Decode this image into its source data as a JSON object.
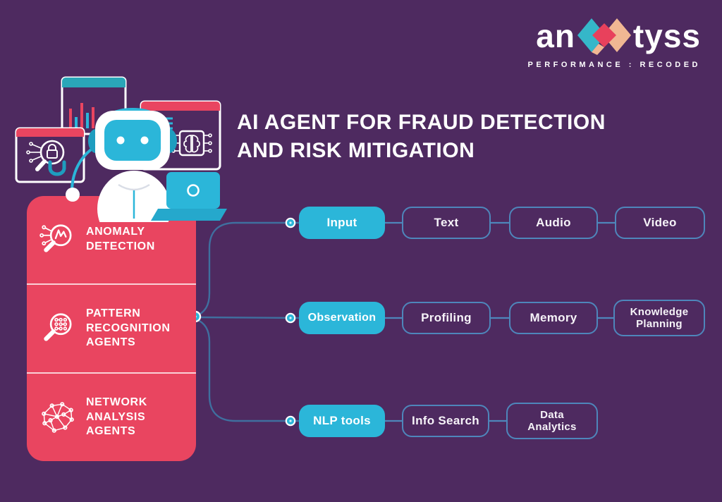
{
  "logo": {
    "prefix": "an",
    "suffix": "tyss",
    "tagline": "PERFORMANCE : RECODED"
  },
  "title": {
    "line1": "AI AGENT FOR FRAUD DETECTION",
    "line2": "AND RISK MITIGATION"
  },
  "agent_panel": {
    "items": [
      {
        "label": "ANOMALY DETECTION",
        "icon": "anomaly-magnifier-icon"
      },
      {
        "label": "PATTERN RECOGNITION AGENTS",
        "icon": "pattern-magnifier-icon"
      },
      {
        "label": "NETWORK ANALYSIS AGENTS",
        "icon": "network-graph-icon"
      }
    ]
  },
  "flow": {
    "rows": [
      {
        "head": "Input",
        "children": [
          "Text",
          "Audio",
          "Video"
        ]
      },
      {
        "head": "Observation",
        "children": [
          "Profiling",
          "Memory",
          "Knowledge Planning"
        ]
      },
      {
        "head": "NLP tools",
        "children": [
          "Info Search",
          "Data Analytics"
        ]
      }
    ]
  },
  "colors": {
    "background_purple": "#4e2a60",
    "panel_red": "#e94560",
    "node_teal": "#2bb6d9",
    "outline_blue": "#4e86bb",
    "connector_blue": "#3f6f9f",
    "logo_teal": "#35b7c9",
    "logo_peach": "#f0b793",
    "logo_red": "#e8415c",
    "text_white": "#ffffff"
  }
}
